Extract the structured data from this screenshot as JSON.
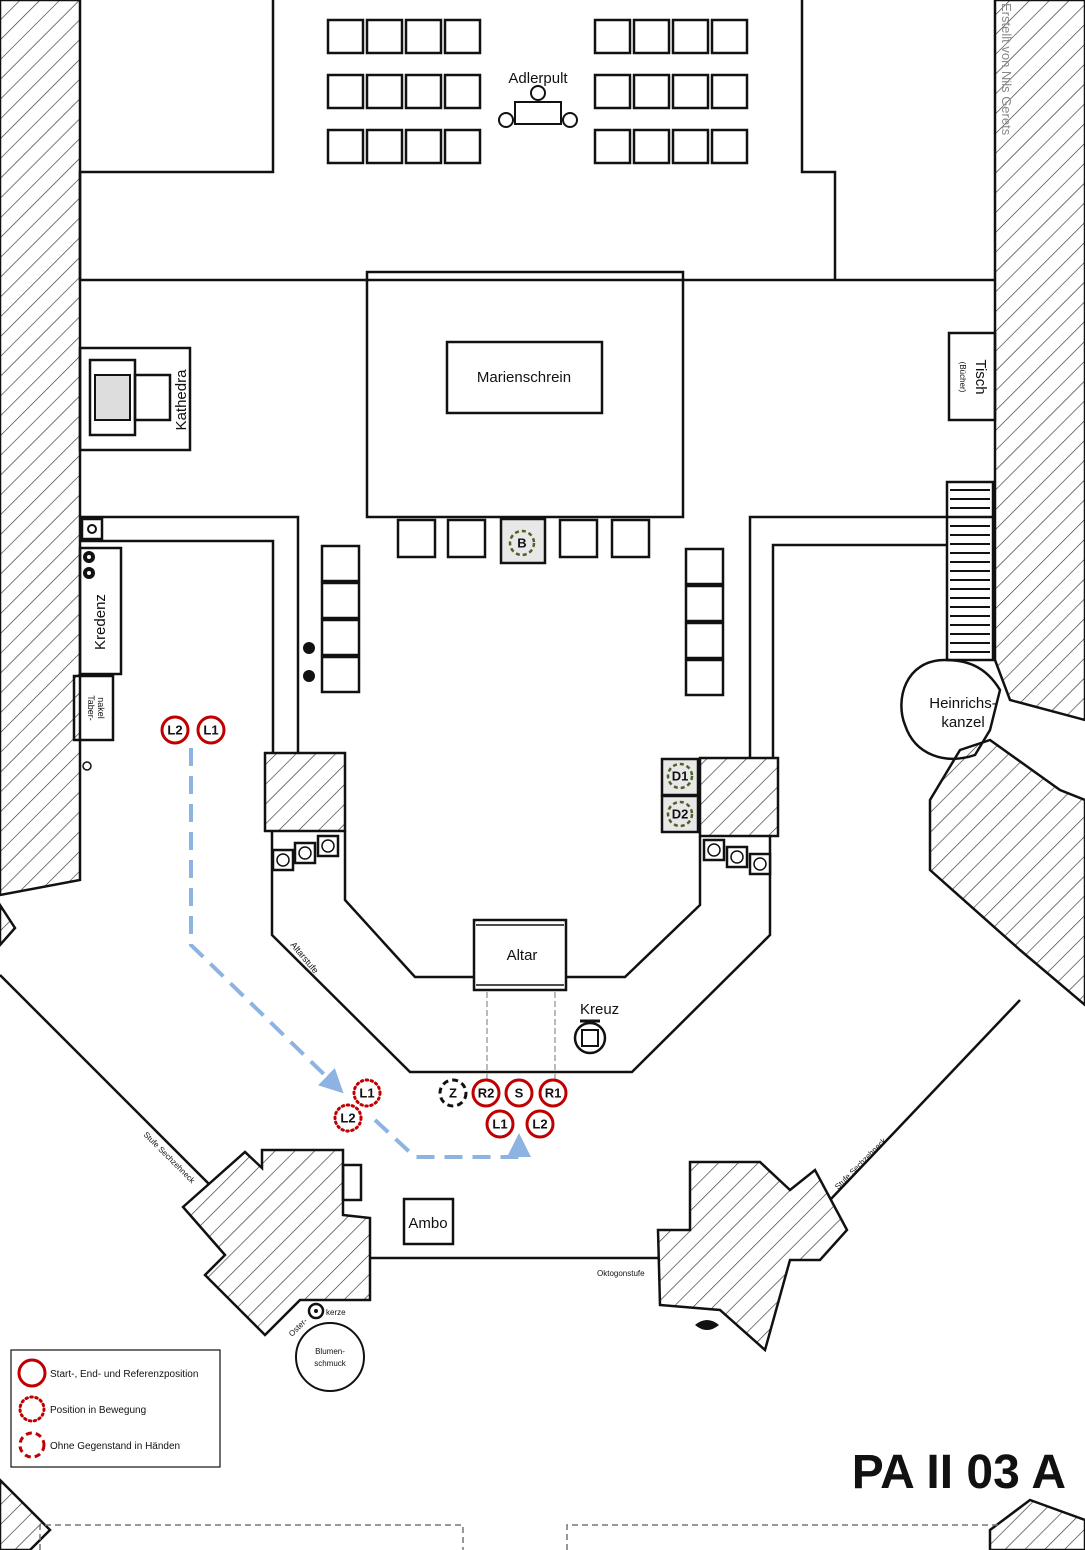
{
  "title": "PA II 03 A",
  "credit": "Erstellt von Nils Gerets",
  "labels": {
    "adlerpult": "Adlerpult",
    "marienschrein": "Marienschrein",
    "kathedra": "Kathedra",
    "tisch": "Tisch",
    "tisch_sub": "(Bücher)",
    "kredenz": "Kredenz",
    "tabernakel_1": "Taber-",
    "tabernakel_2": "nakel",
    "heinrichskanzel_1": "Heinrichs-",
    "heinrichskanzel_2": "kanzel",
    "altar": "Altar",
    "kreuz": "Kreuz",
    "altarstufe": "Altarstufe",
    "ambo": "Ambo",
    "oktogonstufe": "Oktogonstufe",
    "stufe_left": "Stufe Sechzehneck",
    "stufe_right": "Stufe Sechzehneck",
    "oster": "Oster-",
    "kerze": "kerze",
    "blumen_1": "Blumen-",
    "blumen_2": "schmuck"
  },
  "markers": {
    "b": "B",
    "d1": "D1",
    "d2": "D2",
    "start_l2": "L2",
    "start_l1": "L1",
    "move_l1": "L1",
    "move_l2": "L2",
    "z": "Z",
    "r2": "R2",
    "s": "S",
    "r1": "R1",
    "end_l1": "L1",
    "end_l2": "L2"
  },
  "legend": [
    {
      "style": "solid",
      "label": "Start-, End- und Referenzposition"
    },
    {
      "style": "dotted",
      "label": "Position in Bewegung"
    },
    {
      "style": "dashed",
      "label": "Ohne Gegenstand in Händen"
    }
  ],
  "colors": {
    "position": "#c00000",
    "path": "#8db3e2",
    "item": "#4f6228"
  }
}
